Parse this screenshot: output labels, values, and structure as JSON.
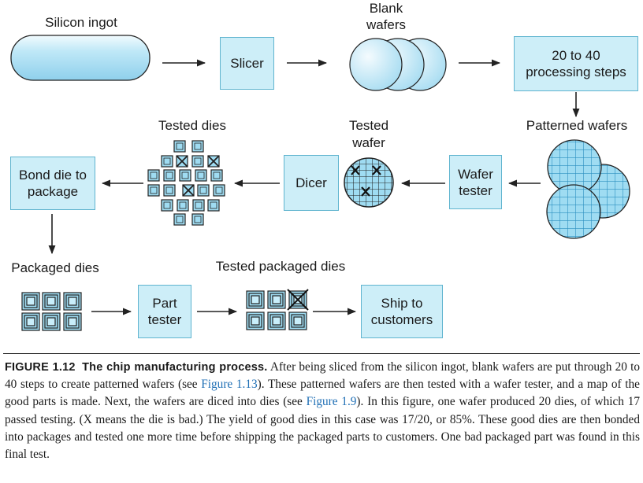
{
  "labels": {
    "silicon_ingot": "Silicon ingot",
    "blank_wafers_line1": "Blank",
    "blank_wafers_line2": "wafers",
    "patterned_wafers": "Patterned wafers",
    "tested_wafer_line1": "Tested",
    "tested_wafer_line2": "wafer",
    "tested_dies": "Tested dies",
    "packaged_dies": "Packaged dies",
    "tested_packaged_dies": "Tested packaged dies"
  },
  "boxes": {
    "slicer": [
      "Slicer"
    ],
    "processing": [
      "20 to 40",
      "processing steps"
    ],
    "wafer_tester": [
      "Wafer",
      "tester"
    ],
    "dicer": [
      "Dicer"
    ],
    "bond": [
      "Bond die to",
      "package"
    ],
    "part_tester": [
      "Part",
      "tester"
    ],
    "ship": [
      "Ship to",
      "customers"
    ]
  },
  "colors": {
    "box_fill": "#cdeef8",
    "box_border": "#5fb4cf",
    "wafer_fill": "#9fdcf2",
    "grid_line": "#2b8fc0",
    "caption_ref": "#1f6fb5"
  },
  "caption": {
    "figure": "FIGURE 1.12",
    "title": "The chip manufacturing process.",
    "t1": " After being sliced from the silicon ingot, blank wafers are put through 20 to 40 steps to create patterned wafers (see ",
    "ref1": "Figure 1.13",
    "t2": "). These patterned wafers are then tested with a wafer tester, and a map of the good parts is made. Next, the wafers are diced into dies (see ",
    "ref2": "Figure 1.9",
    "t3": "). In this figure, one wafer produced 20 dies, of which 17 passed testing. (X means the die is bad.) The yield of good dies in this case was 17/20, or 85%. These good dies are then bonded into packages and tested one more time before shipping the packaged parts to customers. One bad packaged part was found in this final test."
  }
}
